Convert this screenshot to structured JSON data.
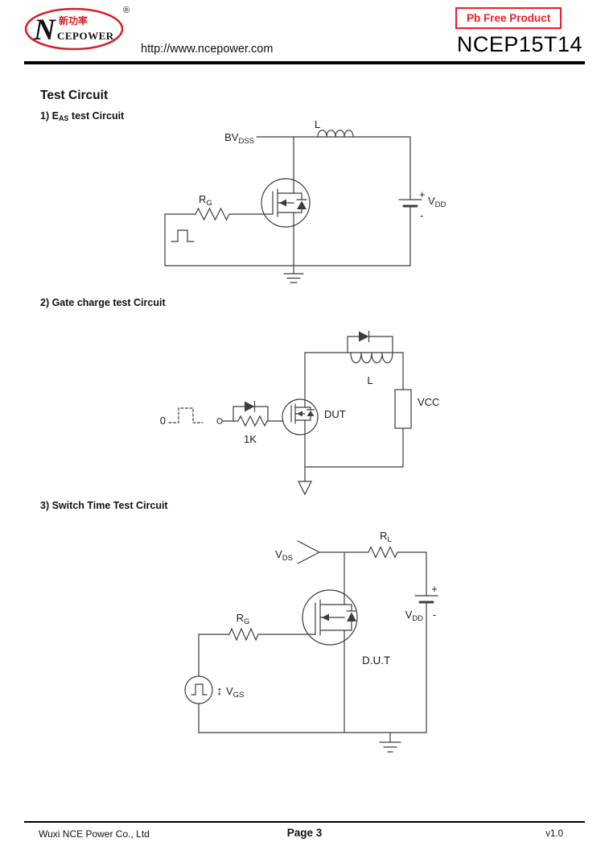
{
  "header": {
    "logo": {
      "big_n": "N",
      "cn": "新功率",
      "latin": "CEPOWER",
      "registered": "®"
    },
    "url": "http://www.ncepower.com",
    "badge": "Pb Free Product",
    "part_number": "NCEP15T14"
  },
  "content": {
    "title": "Test Circuit",
    "s1": {
      "prefix": "1) E",
      "sub": "AS",
      "suffix": " test Circuit"
    },
    "s2": "2) Gate charge test Circuit",
    "s3": "3) Switch Time Test Circuit"
  },
  "circuit1": {
    "bvdss": {
      "main": "BV",
      "sub": "DSS"
    },
    "inductor": "L",
    "rg": {
      "main": "R",
      "sub": "G"
    },
    "plus": "+",
    "vdd": {
      "main": "V",
      "sub": "DD"
    },
    "minus": "-"
  },
  "circuit2": {
    "zero": "0",
    "res": "1K",
    "dut": "DUT",
    "inductor": "L",
    "vcc": "VCC"
  },
  "circuit3": {
    "vds": {
      "main": "V",
      "sub": "DS"
    },
    "rl": {
      "main": "R",
      "sub": "L"
    },
    "plus": "+",
    "vdd": {
      "main": "V",
      "sub": "DD"
    },
    "minus": "-",
    "rg": {
      "main": "R",
      "sub": "G"
    },
    "updown": "↕",
    "vgs": {
      "main": "V",
      "sub": "GS"
    },
    "dut": "D.U.T"
  },
  "footer": {
    "company": "Wuxi NCE Power Co., Ltd",
    "page_label": "Page 3",
    "version": "v1.0"
  },
  "colors": {
    "accent_red": "#ee1c25",
    "line": "#3c3c3c"
  }
}
